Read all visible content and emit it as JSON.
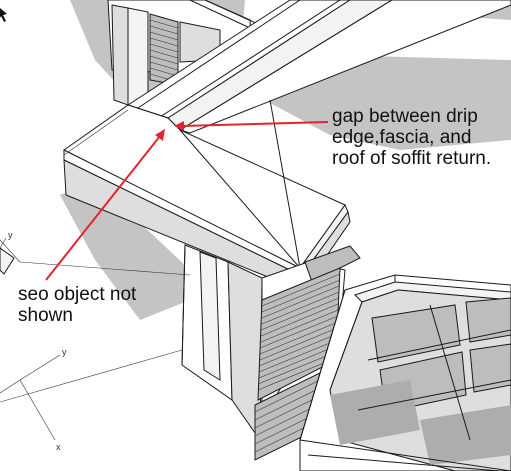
{
  "annotations": {
    "gap_note": "gap between drip\nedge,fascia, and\nroof of soffit return.",
    "seo_note": "seo object not\nshown"
  },
  "axes": {
    "upper_y": "y",
    "lower_y": "y",
    "lower_x": "x"
  },
  "colors": {
    "arrow": "#e0252c",
    "text": "#111111",
    "shadow": "#c4c4c4"
  },
  "icons": {
    "cursor": "mouse-pointer-icon"
  }
}
